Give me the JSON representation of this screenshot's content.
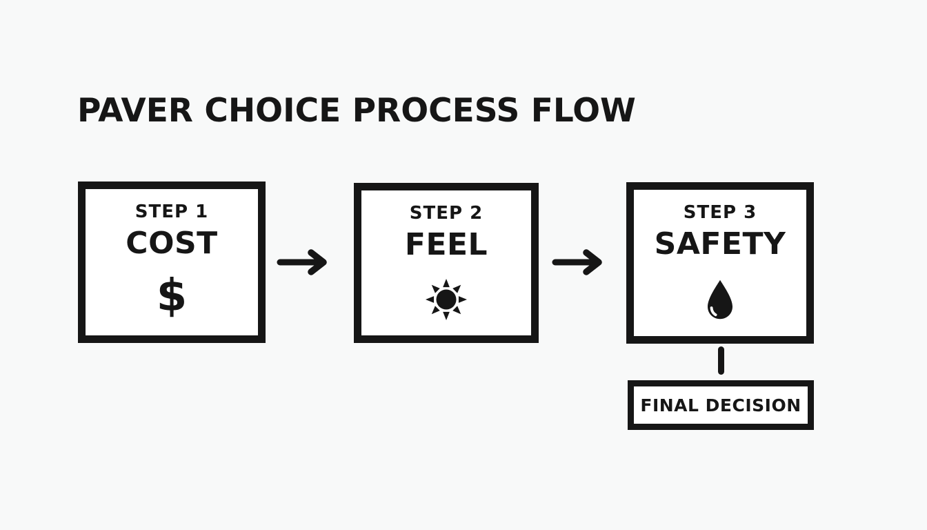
{
  "title": "PAVER CHOICE PROCESS FLOW",
  "colors": {
    "ink": "#161616",
    "page_background": "#f8f9f9",
    "box_background": "#ffffff"
  },
  "steps": [
    {
      "label": "STEP 1",
      "name": "COST",
      "icon": "dollar-sign-icon",
      "icon_char": "$"
    },
    {
      "label": "STEP 2",
      "name": "FEEL",
      "icon": "sun-icon"
    },
    {
      "label": "STEP 3",
      "name": "SAFETY",
      "icon": "water-drop-icon"
    }
  ],
  "final_decision": {
    "label": "FINAL DECISION"
  }
}
